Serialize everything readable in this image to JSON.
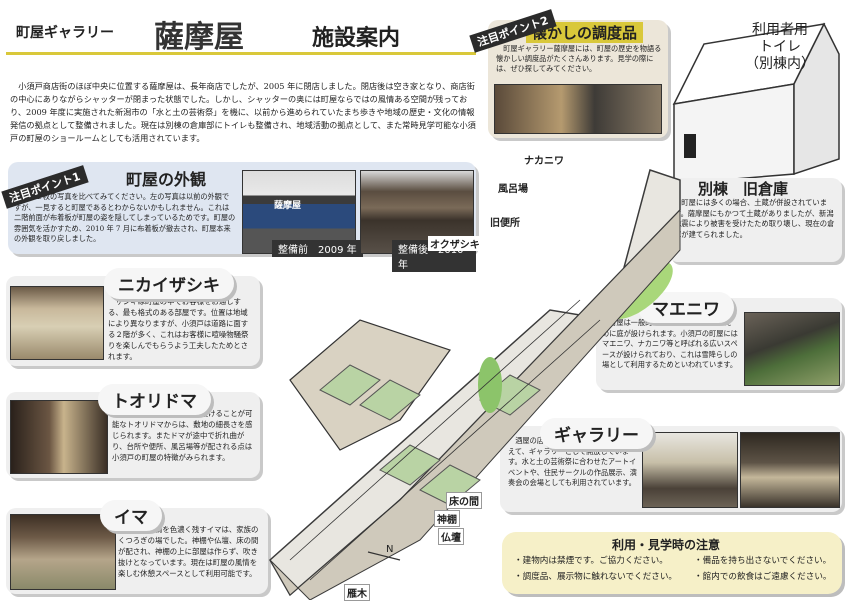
{
  "header": {
    "sub": "町屋ギャラリー",
    "name": "薩摩屋",
    "title": "施設案内"
  },
  "intro": "小須戸商店街のほぼ中央に位置する薩摩屋は、長年商店でしたが、2005 年に閉店しました。閉店後は空き家となり、商店街の中心にありながらシャッターが閉まった状態でした。しかし、シャッターの奥には町屋ならではの風情ある空間が残っており、2009 年度に実施された新潟市の「水と土の芸術祭」を機に、以前から進められていたまち歩きや地域の歴史・文化の情報発信の拠点として整備されました。現在は別棟の倉庫部にトイレも整備され、地域活動の拠点として、また常時見学可能な小須戸の町屋のショールームとしても活用されています。",
  "point1": {
    "ribbon": "注目ポイント1",
    "title": "町屋の外観",
    "text": "右の２枚の写真を比べてみてください。左の写真は以前の外観ですが、一見すると町屋であるとわからないかもしれません。これは二階前面が布着板が町屋の姿を隠してしまっているためです。町屋の雰囲気を活かすため、2010 年 7 月に布着板が撤去され、町屋本来の外観を取り戻しました。",
    "before": "整備前　2009 年",
    "after": "整備後　2010 年",
    "sign": "薩摩屋"
  },
  "point2": {
    "ribbon": "注目ポイント2",
    "title": "懐かしの調度品",
    "text": "町屋ギャラリー薩摩屋には、町屋の歴史を物語る懐かしい調度品がたくさんあります。見学の際には、ぜひ探してみてください。"
  },
  "toilet": "利用者用\nトイレ\n（別棟内）",
  "annex": {
    "title": "別棟　旧倉庫",
    "text": "町屋には多くの場合、土蔵が併設されています。薩摩屋にもかつて土蔵がありましたが、新潟地震により被害を受けたため取り壊し、現在の倉庫が建てられました。"
  },
  "nikai": {
    "title": "ニカイザシキ",
    "text": "ザシキは町屋の中でお客様をお通しする、最も格式のある部屋です。位置は地域により異なりますが、小須戸は道路に面する２階が多く、これはお客様に喧噪物騒祭りを楽しんでもらうよう工夫したためとされます。"
  },
  "tori": {
    "title": "トオリドマ",
    "text": "表通りから裏道まで通り抜けることが可能なトオリドマからは、敷地の細長さを感じられます。またドマが途中で折れ曲がり、台所や便所、風呂場等が配される点は小須戸の町屋の特徴がみられます。"
  },
  "ima": {
    "title": "イマ",
    "text": "町屋の風情を色濃く残すイマは、家族のくつろぎの場でした。神棚や仏壇、床の間が配され、神棚の上に部屋は作らず、吹き抜けとなっています。現在は町屋の風情を楽しむ休憩スペースとして利用可能です。"
  },
  "maeniwa": {
    "title": "マエニワ",
    "text": "町屋は一般的に通風・採光の確保のために庭が設けられます。小須戸の町屋にはマエニワ、ナカニワ等と呼ばれる広いスペースが設けられており、これは雪降らしの場として利用するためといわれています。"
  },
  "gallery": {
    "title": "ギャラリー",
    "text": "酒屋の店舗の内装を住民の手で塗り替えて、ギャラリーとして開放しています。水と土の芸術祭に合わせたアートイベントや、住民サークルの作品展示、演奏会の会場としても利用されています。"
  },
  "notice": {
    "title": "利用・見学時の注意",
    "items": [
      "・建物内は禁煙です。ご協力ください。",
      "・備品を持ち出さないでください。",
      "・調度品、展示物に触れないでください。",
      "・館内での飲食はご遠慮ください。"
    ]
  },
  "map": {
    "nakaniwa": "ナカニワ",
    "furoba": "風呂場",
    "benjo": "旧便所",
    "okuzashiki": "オクザシキ",
    "tokonoma": "床の間",
    "kamidana": "神棚",
    "butsudan": "仏壇",
    "gangi": "雁木",
    "north": "N"
  },
  "colors": {
    "accent": "#d9c83a",
    "card": "#efefef",
    "blue": "#dfe6f1",
    "green": "#a9d77a"
  }
}
